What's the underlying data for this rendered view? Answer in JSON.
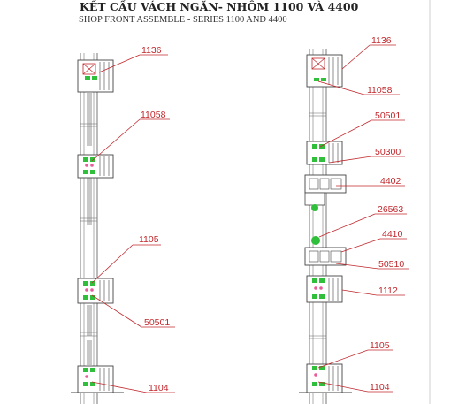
{
  "title": "KẾT CẤU VÁCH NGĂN- NHÔM 1100 VÀ 4400",
  "subtitle": "SHOP FRONT  ASSEMBLE - SERIES 1100 AND 4400",
  "colors": {
    "line": "#555555",
    "callout": "#c0282d",
    "green": "#2fbf3a",
    "glass": "#c8c8c8",
    "pink": "#e85a9a"
  },
  "left_column": {
    "callouts": [
      "1136",
      "11058",
      "1105",
      "50501",
      "1104"
    ]
  },
  "right_column": {
    "callouts": [
      "1136",
      "11058",
      "50501",
      "50300",
      "4402",
      "26563",
      "4410",
      "50510",
      "1112",
      "1105",
      "1104"
    ]
  }
}
